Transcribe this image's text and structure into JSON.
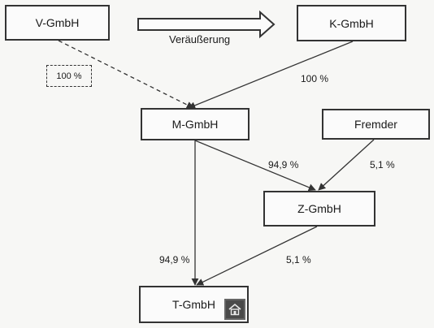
{
  "nodes": {
    "v": "V-GmbH",
    "k": "K-GmbH",
    "m": "M-GmbH",
    "fremder": "Fremder",
    "z": "Z-GmbH",
    "t": "T-GmbH"
  },
  "labels": {
    "veraeusserung": "Veräußerung",
    "v_m": "100 %",
    "k_m": "100 %",
    "m_z": "94,9 %",
    "f_z": "5,1 %",
    "m_t": "94,9 %",
    "z_t": "5,1 %"
  },
  "icons": {
    "target_marker": "home-icon"
  }
}
